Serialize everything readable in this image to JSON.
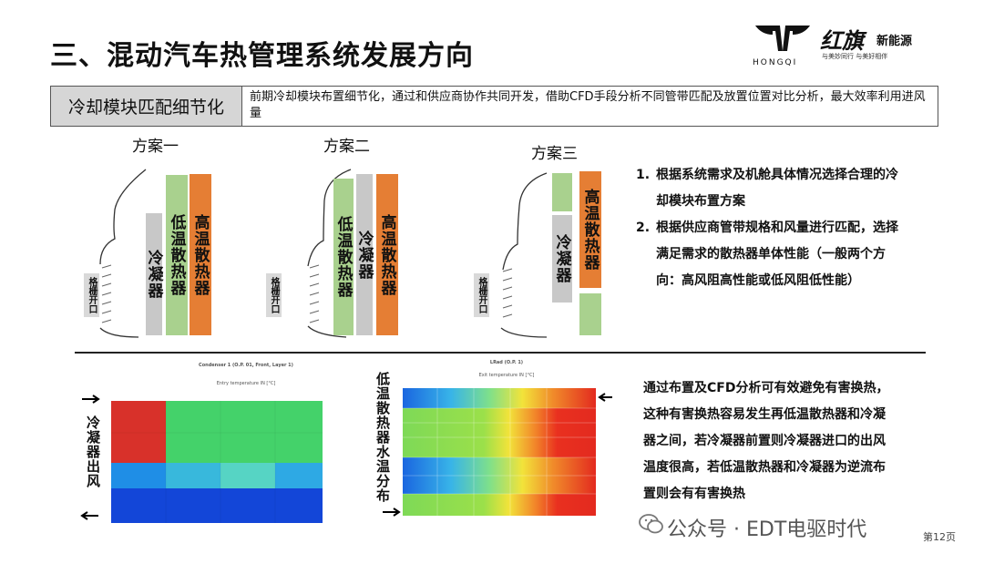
{
  "header": {
    "title": "三、混动汽车热管理系统发展方向",
    "logo": {
      "brand_cn": "红旗",
      "brand_suffix": "新能源",
      "brand_en": "HONGQI",
      "slogan": "与美妙同行  与美好相伴"
    }
  },
  "topic_row": {
    "label": "冷却模块匹配细节化",
    "description": "前期冷却模块布置细节化，通过和供应商协作共同开发，借助CFD手段分析不同管带匹配及放置位置对比分析，最大效率利用进风量"
  },
  "schemes": [
    {
      "title": "方案一",
      "grille": "格栅开口",
      "condenser": "冷凝器",
      "low_temp_radiator": "低温散热器",
      "high_temp_radiator": "高温散热器"
    },
    {
      "title": "方案二",
      "grille": "格栅开口",
      "condenser": "冷凝器",
      "low_temp_radiator": "低温散热器",
      "high_temp_radiator": "高温散热器"
    },
    {
      "title": "方案三",
      "grille": "格栅开口",
      "condenser": "冷凝器",
      "high_temp_radiator": "高温散热器"
    }
  ],
  "notes": [
    {
      "num": "1.",
      "text": "根据系统需求及机舱具体情况选择合理的冷却模块布置方案"
    },
    {
      "num": "2.",
      "text": "根据供应商管带规格和风量进行匹配，选择满足需求的散热器单体性能（一般两个方向：高风阻高性能或低风阻低性能）"
    }
  ],
  "cfd": {
    "left_label": "冷凝器出风",
    "left_caption_1": "Condenser 1 (O.P. 01, Front, Layer 1)",
    "left_caption_2": "Entry temperature IN [°C]",
    "right_label": "低温散热器水温分布",
    "right_caption_1": "LRad (O.P. 1)",
    "right_caption_2": "Exit temperature IN [°C]",
    "conclusion": "通过布置及CFD分析可有效避免有害换热，这种有害换热容易发生再低温散热器和冷凝器之间，若冷凝器前置则冷凝器进口的出风温度很高，若低温散热器和冷凝器为逆流布置则会有有害换热"
  },
  "footer": {
    "watermark": "公众号 · EDT电驱时代",
    "page": "第12页"
  },
  "colors": {
    "gray_bar": "#c8c8c8",
    "green_bar": "#a9d18e",
    "orange_bar": "#e57e34",
    "header_label_bg": "#d6d6d6"
  }
}
